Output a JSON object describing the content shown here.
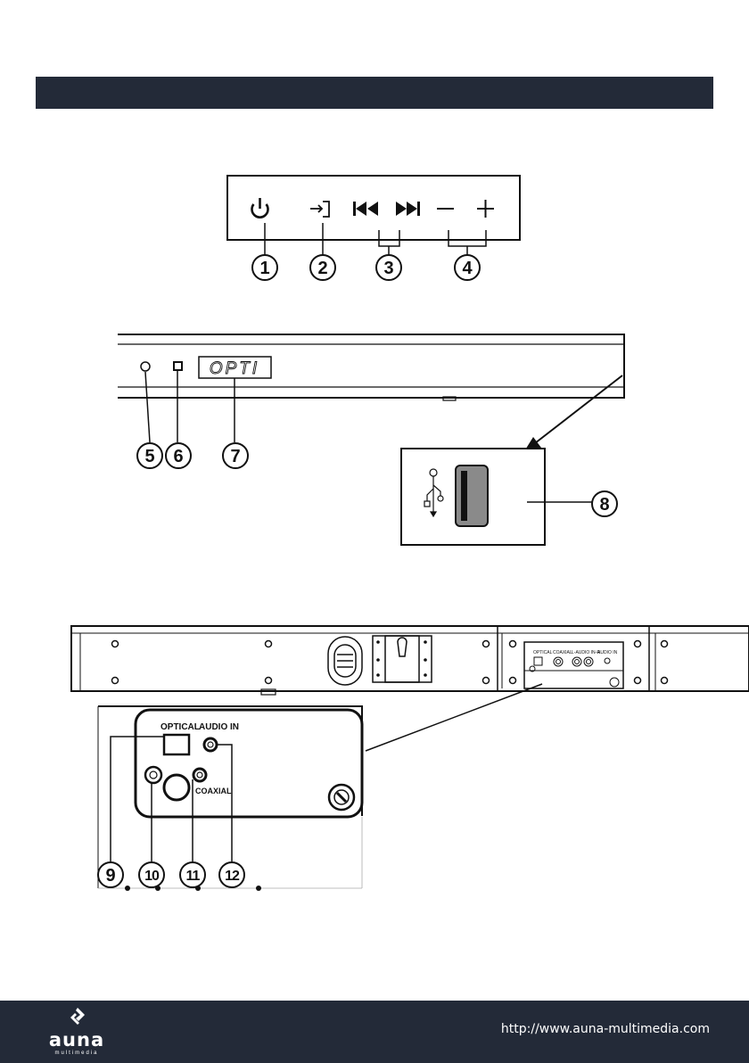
{
  "display": {
    "text": "OPTI"
  },
  "callouts": [
    "1",
    "2",
    "3",
    "4",
    "5",
    "6",
    "7",
    "8",
    "9",
    "10",
    "11",
    "12"
  ],
  "rear_panel": {
    "small_labels": [
      "OPTICAL",
      "COAXIAL",
      "L-AUDIO IN-R",
      "AUDIO IN"
    ]
  },
  "detail": {
    "optical_label": "OPTICAL",
    "audio_in_label": "AUDIO IN",
    "coaxial_label": "COAXIAL"
  },
  "footer": {
    "brand": "auna",
    "brand_sub": "multimedia",
    "url": "http://www.auna-multimedia.com"
  },
  "colors": {
    "header_bar": "#232a38",
    "footer_bar": "#232a38",
    "usb_port": "#8a8a8a"
  }
}
